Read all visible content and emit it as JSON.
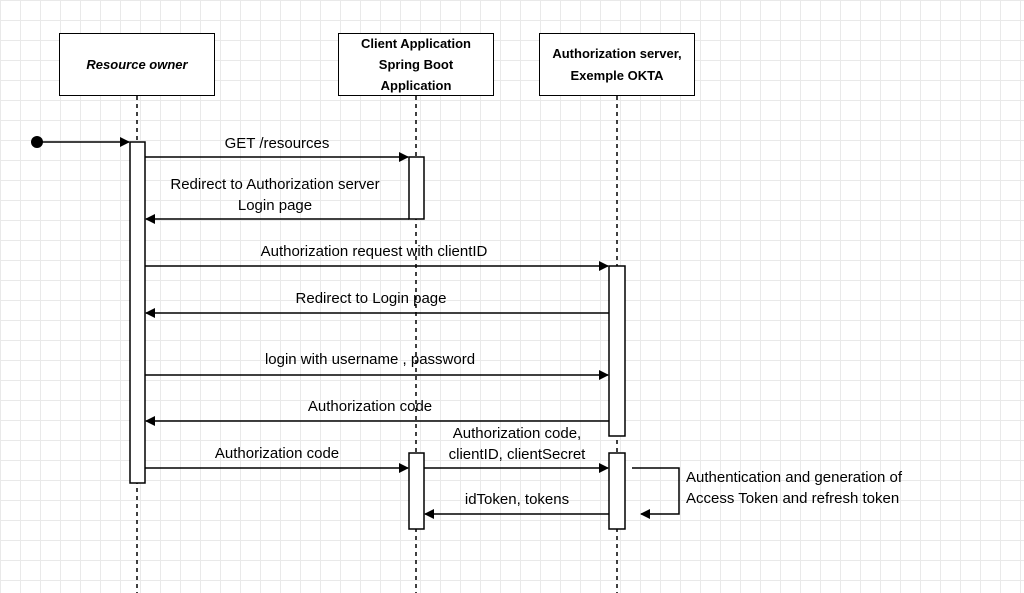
{
  "participants": [
    {
      "id": "owner",
      "lines": [
        "Resource owner"
      ],
      "italic": true
    },
    {
      "id": "client",
      "lines": [
        "Client Application",
        "Spring Boot",
        "Application"
      ],
      "italic": false
    },
    {
      "id": "auth",
      "lines": [
        "Authorization server,",
        "Exemple OKTA"
      ],
      "italic": false
    }
  ],
  "messages": [
    {
      "from": "owner",
      "to": "client",
      "lines": [
        "GET /resources"
      ]
    },
    {
      "from": "client",
      "to": "owner",
      "lines": [
        "Redirect to Authorization server",
        "Login page"
      ]
    },
    {
      "from": "owner",
      "to": "auth",
      "lines": [
        "Authorization request  with clientID"
      ]
    },
    {
      "from": "auth",
      "to": "owner",
      "lines": [
        "Redirect to Login page"
      ]
    },
    {
      "from": "owner",
      "to": "auth",
      "lines": [
        "login with  username , password"
      ]
    },
    {
      "from": "auth",
      "to": "owner",
      "lines": [
        "Authorization code"
      ]
    },
    {
      "from": "owner",
      "to": "client",
      "lines": [
        "Authorization code"
      ]
    },
    {
      "from": "client",
      "to": "auth",
      "lines": [
        "Authorization code,",
        "clientID, clientSecret"
      ]
    },
    {
      "from": "auth",
      "to": "client",
      "lines": [
        "idToken, tokens"
      ]
    },
    {
      "from": "auth",
      "to": "auth",
      "lines": [
        "Authentication and generation of",
        "Access Token and refresh token"
      ]
    }
  ]
}
